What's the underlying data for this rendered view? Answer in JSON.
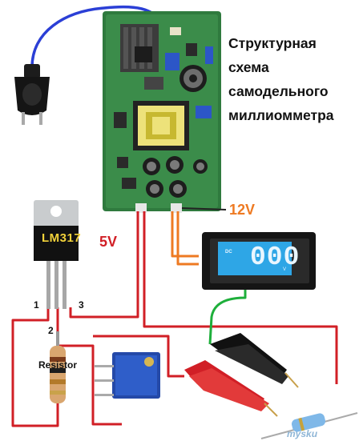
{
  "title": {
    "lines": [
      "Структурная",
      "схема",
      "самодельного",
      "миллиомметра"
    ]
  },
  "labels": {
    "v12": "12V",
    "v5": "5V",
    "chip": "LM317",
    "pin1": "1",
    "pin2": "2",
    "pin3": "3",
    "resistor": "Resistor"
  },
  "meter": {
    "reading": "000",
    "mode": "DC",
    "unit": "V"
  },
  "watermark": "mysku",
  "colors": {
    "wire_red": "#d11f26",
    "wire_orange": "#ee7a22",
    "wire_blue": "#2b3fd6",
    "wire_green": "#1eaf3b",
    "label_12v": "#ee7a22",
    "label_5v": "#d11f26",
    "pcb_green": "#2f7a3e",
    "lcd_blue": "#2ea6e6"
  }
}
